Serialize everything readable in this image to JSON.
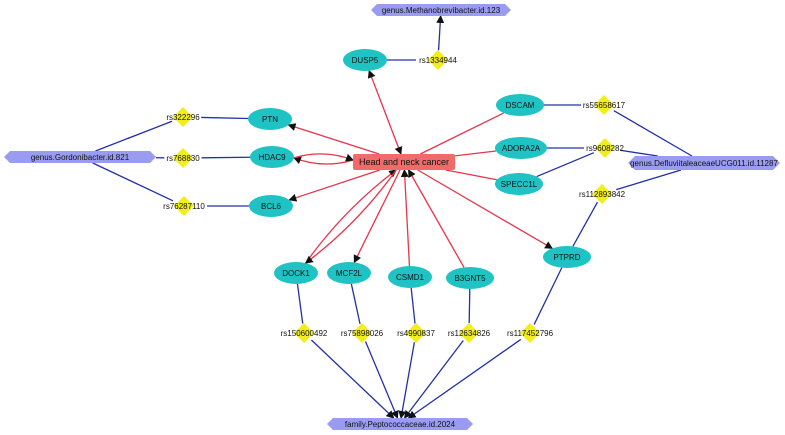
{
  "colors": {
    "disease_fill": "#f26b6b",
    "gene_fill": "#1fc3c3",
    "snp_fill": "#f2ee1d",
    "microbe_fill": "#9a9cf2",
    "red_edge": "#e8344a",
    "blue_edge": "#2330a8",
    "arrow": "#111111"
  },
  "nodes": [
    {
      "id": "hnc",
      "label": "Head and neck cancer",
      "kind": "disease"
    },
    {
      "id": "dusp5",
      "label": "DUSP5",
      "kind": "gene"
    },
    {
      "id": "ptn",
      "label": "PTN",
      "kind": "gene"
    },
    {
      "id": "hdac9",
      "label": "HDAC9",
      "kind": "gene"
    },
    {
      "id": "bcl6",
      "label": "BCL6",
      "kind": "gene"
    },
    {
      "id": "dscam",
      "label": "DSCAM",
      "kind": "gene"
    },
    {
      "id": "adora2a",
      "label": "ADORA2A",
      "kind": "gene"
    },
    {
      "id": "specc1l",
      "label": "SPECC1L",
      "kind": "gene"
    },
    {
      "id": "dock1",
      "label": "DOCK1",
      "kind": "gene"
    },
    {
      "id": "mcf2l",
      "label": "MCF2L",
      "kind": "gene"
    },
    {
      "id": "csmd1",
      "label": "CSMD1",
      "kind": "gene"
    },
    {
      "id": "b3gnt5",
      "label": "B3GNT5",
      "kind": "gene"
    },
    {
      "id": "ptprd",
      "label": "PTPRD",
      "kind": "gene"
    },
    {
      "id": "rs1334944",
      "label": "rs1334944",
      "kind": "snp"
    },
    {
      "id": "rs322296",
      "label": "rs322296",
      "kind": "snp"
    },
    {
      "id": "rs768830",
      "label": "rs768830",
      "kind": "snp"
    },
    {
      "id": "rs76287110",
      "label": "rs76287110",
      "kind": "snp"
    },
    {
      "id": "rs55658617",
      "label": "rs55658617",
      "kind": "snp"
    },
    {
      "id": "rs9608282",
      "label": "rs9608282",
      "kind": "snp"
    },
    {
      "id": "rs112893842",
      "label": "rs112893842",
      "kind": "snp"
    },
    {
      "id": "rs150600492",
      "label": "rs150600492",
      "kind": "snp"
    },
    {
      "id": "rs75898026",
      "label": "rs75898026",
      "kind": "snp"
    },
    {
      "id": "rs4990837",
      "label": "rs4990837",
      "kind": "snp"
    },
    {
      "id": "rs12634826",
      "label": "rs12634826",
      "kind": "snp"
    },
    {
      "id": "rs117452796",
      "label": "rs117452796",
      "kind": "snp"
    },
    {
      "id": "methanobrevibacter",
      "label": "genus.Methanobrevibacter.id.123",
      "kind": "microbe"
    },
    {
      "id": "gordonibacter",
      "label": "genus.Gordonibacter.id.821",
      "kind": "microbe"
    },
    {
      "id": "defluviitaleaceae",
      "label": "genus.DefluviitaleaceaeUCG011.id.11287",
      "kind": "microbe"
    },
    {
      "id": "peptococcaceae",
      "label": "family.Peptococcaceae.id.2024",
      "kind": "microbe"
    }
  ],
  "edges": [
    {
      "from": "hnc",
      "to": "dusp5",
      "type": "red",
      "arrows": "both"
    },
    {
      "from": "hnc",
      "to": "ptn",
      "type": "red",
      "arrows": "end"
    },
    {
      "from": "hnc",
      "to": "hdac9",
      "type": "red",
      "arrows": "end",
      "curve": -10
    },
    {
      "from": "hdac9",
      "to": "hnc",
      "type": "red",
      "arrows": "end",
      "curve": -10
    },
    {
      "from": "hnc",
      "to": "bcl6",
      "type": "red",
      "arrows": "end"
    },
    {
      "from": "hnc",
      "to": "dscam",
      "type": "red",
      "arrows": "none"
    },
    {
      "from": "hnc",
      "to": "adora2a",
      "type": "red",
      "arrows": "none"
    },
    {
      "from": "hnc",
      "to": "specc1l",
      "type": "red",
      "arrows": "none"
    },
    {
      "from": "dock1",
      "to": "hnc",
      "type": "red",
      "arrows": "end",
      "curve": -10
    },
    {
      "from": "hnc",
      "to": "dock1",
      "type": "red",
      "arrows": "end",
      "curve": -10
    },
    {
      "from": "hnc",
      "to": "mcf2l",
      "type": "red",
      "arrows": "end"
    },
    {
      "from": "csmd1",
      "to": "hnc",
      "type": "red",
      "arrows": "end"
    },
    {
      "from": "b3gnt5",
      "to": "hnc",
      "type": "red",
      "arrows": "end"
    },
    {
      "from": "hnc",
      "to": "ptprd",
      "type": "red",
      "arrows": "end"
    },
    {
      "from": "rs1334944",
      "to": "methanobrevibacter",
      "type": "blue",
      "arrows": "end"
    },
    {
      "from": "dusp5",
      "to": "rs1334944",
      "type": "blue",
      "arrows": "none"
    },
    {
      "from": "gordonibacter",
      "to": "rs322296",
      "type": "blue",
      "arrows": "none"
    },
    {
      "from": "gordonibacter",
      "to": "rs768830",
      "type": "blue",
      "arrows": "none"
    },
    {
      "from": "gordonibacter",
      "to": "rs76287110",
      "type": "blue",
      "arrows": "none"
    },
    {
      "from": "rs322296",
      "to": "ptn",
      "type": "blue",
      "arrows": "none"
    },
    {
      "from": "rs768830",
      "to": "hdac9",
      "type": "blue",
      "arrows": "none"
    },
    {
      "from": "rs76287110",
      "to": "bcl6",
      "type": "blue",
      "arrows": "none"
    },
    {
      "from": "dscam",
      "to": "rs55658617",
      "type": "blue",
      "arrows": "none"
    },
    {
      "from": "rs55658617",
      "to": "defluviitaleaceae",
      "type": "blue",
      "arrows": "none"
    },
    {
      "from": "adora2a",
      "to": "rs9608282",
      "type": "blue",
      "arrows": "none"
    },
    {
      "from": "specc1l",
      "to": "rs9608282",
      "type": "blue",
      "arrows": "none"
    },
    {
      "from": "rs9608282",
      "to": "defluviitaleaceae",
      "type": "blue",
      "arrows": "none"
    },
    {
      "from": "defluviitaleaceae",
      "to": "rs112893842",
      "type": "blue",
      "arrows": "none"
    },
    {
      "from": "rs112893842",
      "to": "ptprd",
      "type": "blue",
      "arrows": "none"
    },
    {
      "from": "dock1",
      "to": "rs150600492",
      "type": "blue",
      "arrows": "none"
    },
    {
      "from": "mcf2l",
      "to": "rs75898026",
      "type": "blue",
      "arrows": "none"
    },
    {
      "from": "csmd1",
      "to": "rs4990837",
      "type": "blue",
      "arrows": "none"
    },
    {
      "from": "b3gnt5",
      "to": "rs12634826",
      "type": "blue",
      "arrows": "none"
    },
    {
      "from": "ptprd",
      "to": "rs117452796",
      "type": "blue",
      "arrows": "none"
    },
    {
      "from": "rs150600492",
      "to": "peptococcaceae",
      "type": "blue",
      "arrows": "end"
    },
    {
      "from": "rs75898026",
      "to": "peptococcaceae",
      "type": "blue",
      "arrows": "end"
    },
    {
      "from": "rs4990837",
      "to": "peptococcaceae",
      "type": "blue",
      "arrows": "end"
    },
    {
      "from": "rs12634826",
      "to": "peptococcaceae",
      "type": "blue",
      "arrows": "end"
    },
    {
      "from": "rs117452796",
      "to": "peptococcaceae",
      "type": "blue",
      "arrows": "end"
    }
  ]
}
